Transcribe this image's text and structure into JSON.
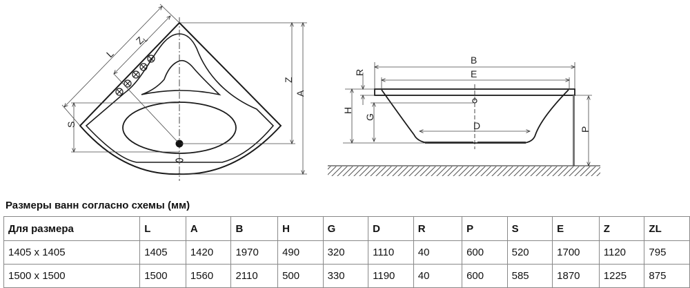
{
  "drawing_labels": {
    "top_view": {
      "L": "L",
      "ZL": "Z",
      "ZL_sub": "L",
      "Z": "Z",
      "A": "A",
      "S": "S"
    },
    "side_view": {
      "B": "B",
      "E": "E",
      "R": "R",
      "H": "H",
      "G": "G",
      "D": "D",
      "P": "P"
    }
  },
  "table_title": "Размеры ванн согласно схемы (мм)",
  "table": {
    "headers": [
      "Для размера",
      "L",
      "A",
      "B",
      "H",
      "G",
      "D",
      "R",
      "P",
      "S",
      "E",
      "Z",
      "ZL"
    ],
    "rows": [
      [
        "1405 x 1405",
        "1405",
        "1420",
        "1970",
        "490",
        "320",
        "1110",
        "40",
        "600",
        "520",
        "1700",
        "1120",
        "795"
      ],
      [
        "1500 x 1500",
        "1500",
        "1560",
        "2110",
        "500",
        "330",
        "1190",
        "40",
        "600",
        "585",
        "1870",
        "1225",
        "875"
      ]
    ]
  }
}
